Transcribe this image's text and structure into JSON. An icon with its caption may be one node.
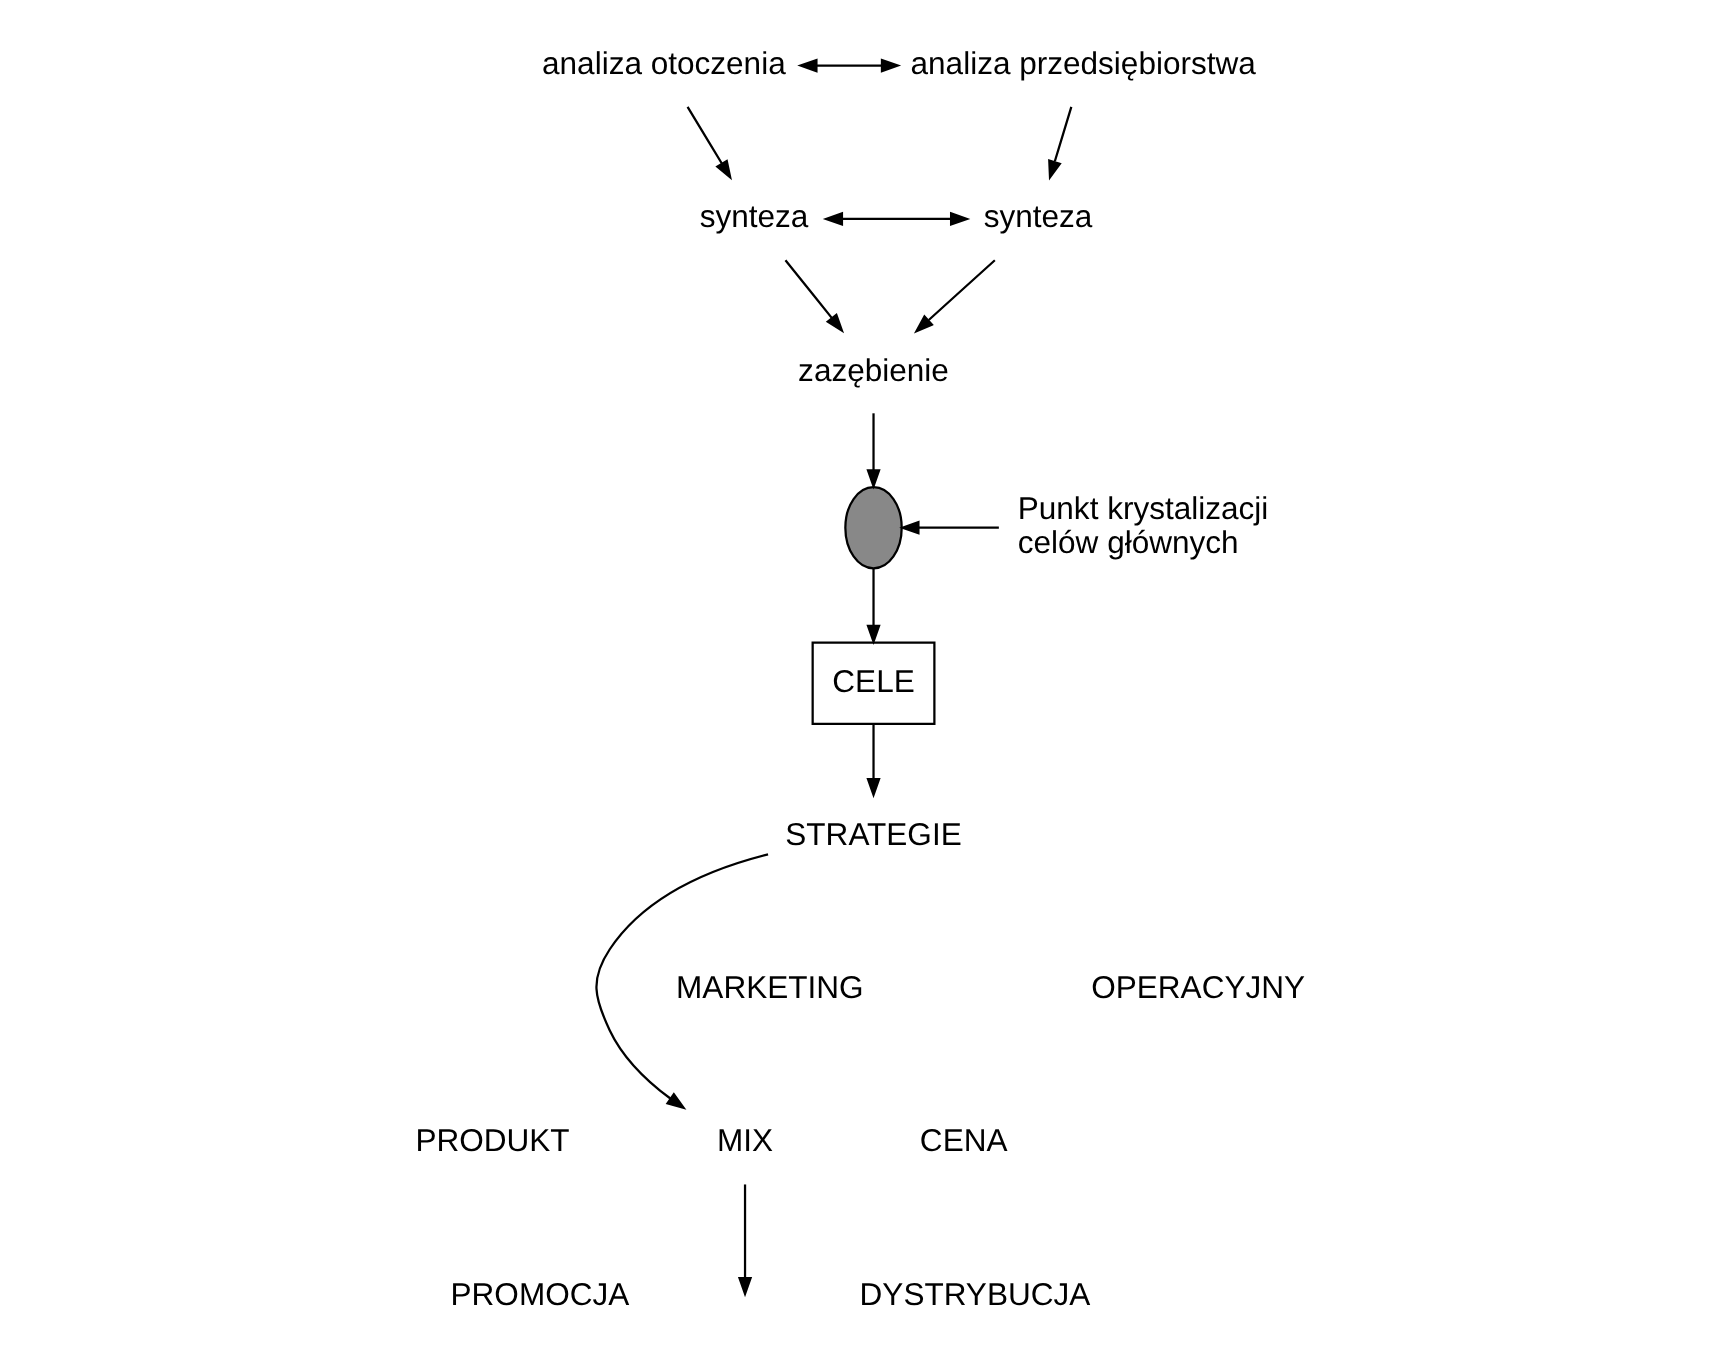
{
  "diagram": {
    "nodes": [
      {
        "text": [
          "analiza otoczenia"
        ]
      },
      {
        "text": [
          "analiza przedsiębiorstwa"
        ]
      },
      {
        "text": [
          "synteza"
        ]
      },
      {
        "text": [
          "synteza"
        ]
      },
      {
        "text": [
          "zazębienie"
        ]
      },
      {
        "text": [],
        "shape": "ellipse"
      },
      {
        "text": [
          "Punkt krystalizacji celów głównych"
        ]
      },
      {
        "text": [
          "CELE"
        ]
      },
      {
        "text": [
          "STRATEGIE"
        ]
      },
      {
        "text": [
          "MIX"
        ]
      }
    ],
    "edges": [
      {
        "from": 0,
        "to": 1,
        "arrow": "both"
      },
      {
        "from": 0,
        "to": 2,
        "arrow": "to"
      },
      {
        "from": 1,
        "to": 3,
        "arrow": "to"
      },
      {
        "from": 2,
        "to": 3,
        "arrow": "both"
      },
      {
        "from": 2,
        "to": 4,
        "arrow": "to"
      },
      {
        "from": 3,
        "to": 4,
        "arrow": "to"
      },
      {
        "from": 4,
        "to": 5,
        "arrow": "to"
      },
      {
        "from": 6,
        "to": 5,
        "arrow": "to"
      },
      {
        "from": 5,
        "to": 7,
        "arrow": "to"
      },
      {
        "from": 7,
        "to": 8,
        "arrow": "to"
      },
      {
        "from": 8,
        "to": 9,
        "arrow": "to"
      },
      {
        "from": 9,
        "to": null,
        "arrow": "to"
      }
    ],
    "labels": [
      "MARKETING",
      "OPERACYJNY",
      "PRODUKT",
      "CENA",
      "PROMOCJA",
      "DYSTRYBUCJA"
    ]
  }
}
